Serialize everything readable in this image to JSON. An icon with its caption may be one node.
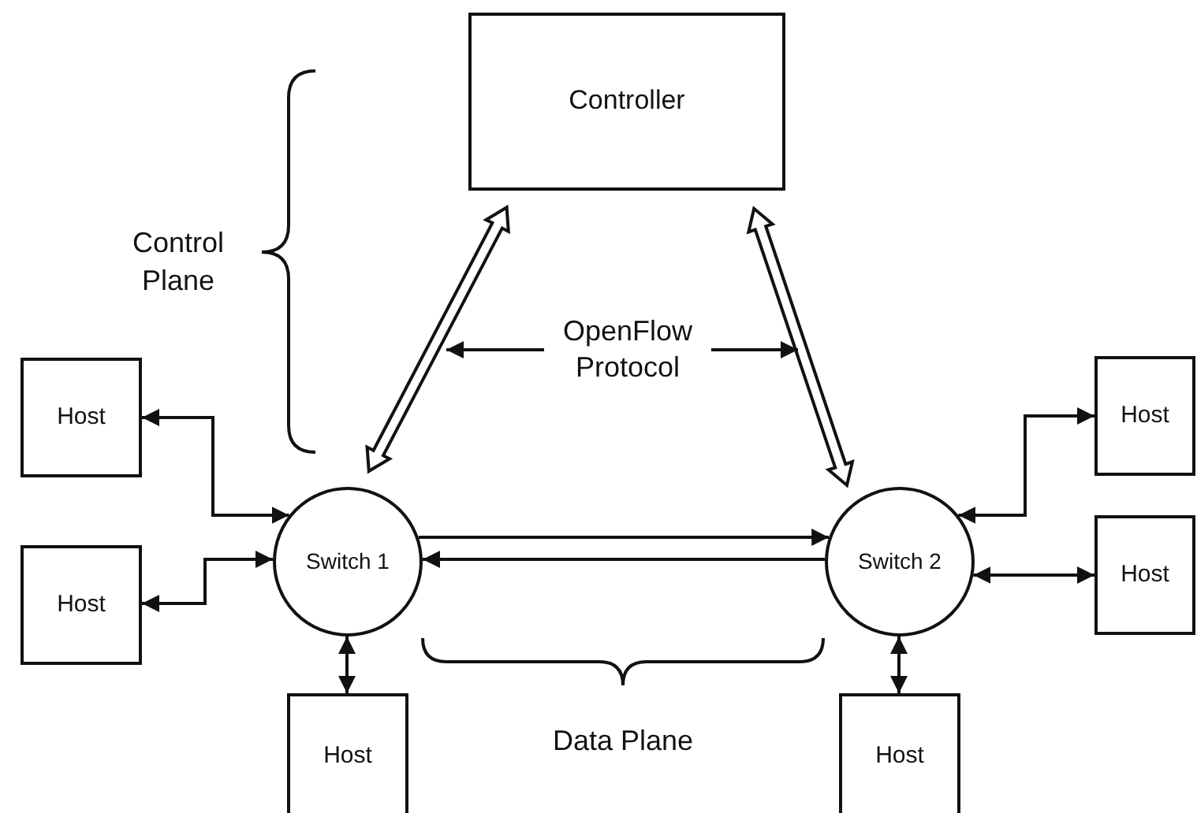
{
  "diagram": {
    "nodes": [
      {
        "text": [
          "Controller"
        ]
      },
      {
        "text": [
          "OpenFlow Protocol"
        ]
      },
      {
        "text": [
          "Host"
        ]
      },
      {
        "text": [
          "Host"
        ]
      },
      {
        "text": [
          "Host"
        ]
      },
      {
        "text": [
          "Switch 1"
        ]
      },
      {
        "text": [
          "Switch 2"
        ]
      },
      {
        "text": [
          "Host"
        ]
      },
      {
        "text": [
          "Host"
        ]
      },
      {
        "text": [
          "Host"
        ]
      }
    ],
    "edges": [
      {
        "from": 0,
        "to": 5,
        "arrow": "both",
        "style": "thick"
      },
      {
        "from": 0,
        "to": 6,
        "arrow": "both",
        "style": "thick"
      },
      {
        "from": 1,
        "to": null,
        "arrow": "to"
      },
      {
        "from": 1,
        "to": null,
        "arrow": "to"
      },
      {
        "from": 5,
        "to": 2,
        "arrow": "both"
      },
      {
        "from": 5,
        "to": 4,
        "arrow": "both"
      },
      {
        "from": 5,
        "to": 6,
        "arrow": "to"
      },
      {
        "from": 6,
        "to": 5,
        "arrow": "to"
      },
      {
        "from": 6,
        "to": 3,
        "arrow": "both"
      },
      {
        "from": 6,
        "to": 7,
        "arrow": "both"
      },
      {
        "from": 5,
        "to": 8,
        "arrow": "both"
      },
      {
        "from": 6,
        "to": 9,
        "arrow": "both"
      }
    ],
    "labels": [
      "Control Plane",
      "Data Plane"
    ]
  }
}
